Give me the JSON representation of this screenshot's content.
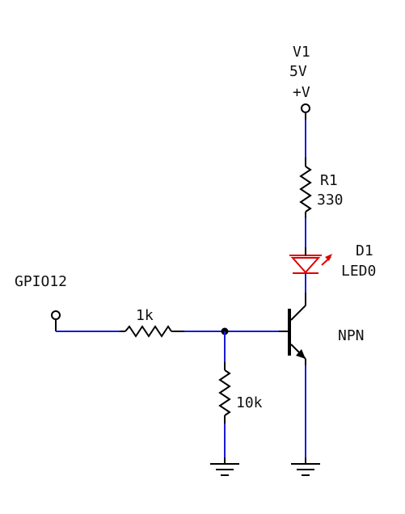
{
  "colors": {
    "wire": "#1a1ad6",
    "component": "#000000",
    "led": "#e00000",
    "background": "#ffffff"
  },
  "supply": {
    "name": "V1",
    "value": "5V",
    "terminal": "+V"
  },
  "resistors": {
    "r1": {
      "name": "R1",
      "value": "330"
    },
    "base": {
      "value": "1k"
    },
    "pulldown": {
      "value": "10k"
    }
  },
  "led": {
    "name": "D1",
    "value": "LED0"
  },
  "transistor": {
    "type": "NPN"
  },
  "input": {
    "name": "GPIO12"
  }
}
